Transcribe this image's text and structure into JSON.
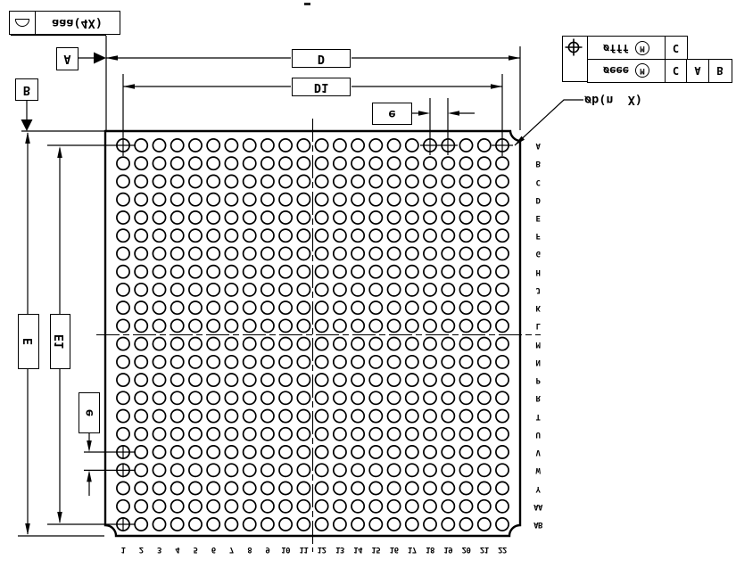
{
  "drawing": {
    "title": "BGA package bottom-view dimension drawing (image is vertically mirrored)",
    "profile_frame": {
      "symbol_name": "profile-of-a-surface",
      "value": "aaa(4X)"
    },
    "datum_a": "A",
    "datum_b": "B",
    "dim_d": "D",
    "dim_d1": "D1",
    "dim_e": "E",
    "dim_e1": "E1",
    "pitch_top": "e",
    "pitch_left": "e",
    "ball_callout": "øb(n  X)",
    "fcf": {
      "symbol_name": "true-position",
      "row_top": {
        "value": "øfff",
        "modifier": "M",
        "datums": [
          "C"
        ]
      },
      "row_bottom": {
        "value": "øeee",
        "modifier": "M",
        "datums": [
          "C",
          "A",
          "B"
        ]
      }
    },
    "grid": {
      "row_labels": [
        "A",
        "B",
        "C",
        "D",
        "E",
        "F",
        "G",
        "H",
        "J",
        "K",
        "L",
        "M",
        "N",
        "P",
        "R",
        "T",
        "U",
        "V",
        "W",
        "Y",
        "AA",
        "AB"
      ],
      "col_labels": [
        "1",
        "2",
        "3",
        "4",
        "5",
        "6",
        "7",
        "8",
        "9",
        "10",
        "11",
        "12",
        "13",
        "14",
        "15",
        "16",
        "17",
        "18",
        "19",
        "20",
        "21",
        "22"
      ],
      "crosshair_balls": [
        "A1",
        "A18",
        "A19",
        "A22",
        "V1",
        "W1",
        "AB1"
      ]
    }
  }
}
